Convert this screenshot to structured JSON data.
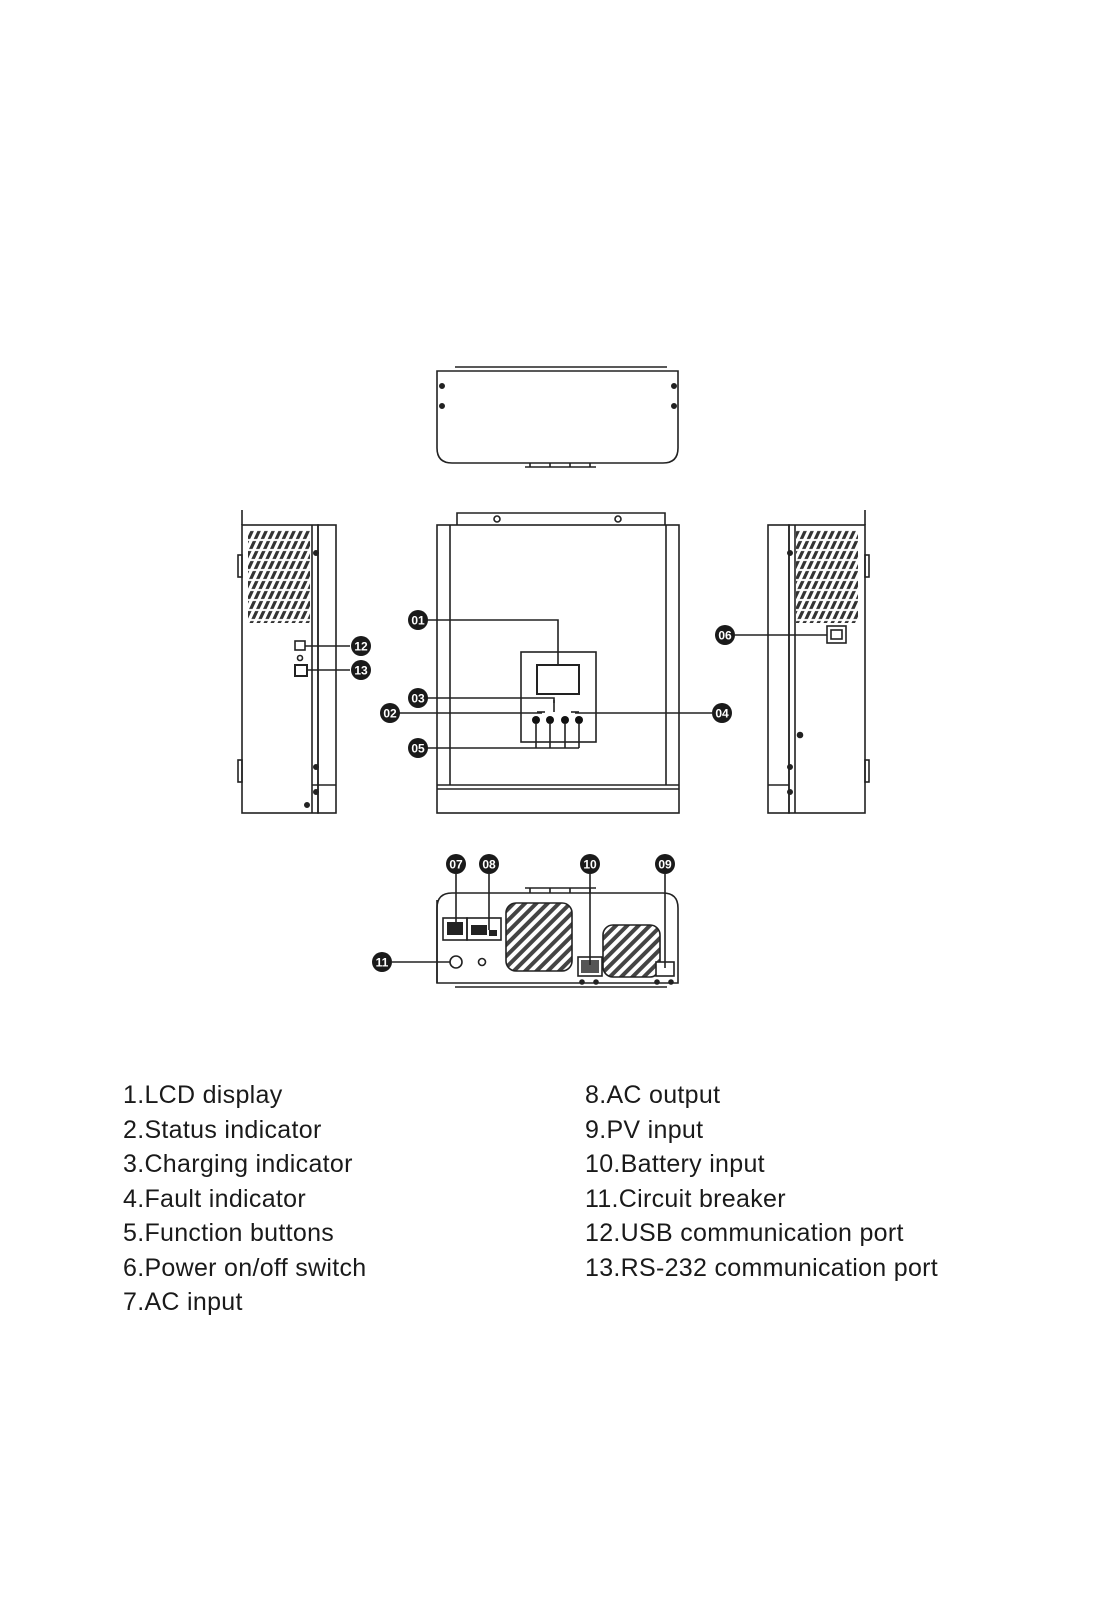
{
  "callouts": [
    {
      "id": "01",
      "label": "01"
    },
    {
      "id": "02",
      "label": "02"
    },
    {
      "id": "03",
      "label": "03"
    },
    {
      "id": "04",
      "label": "04"
    },
    {
      "id": "05",
      "label": "05"
    },
    {
      "id": "06",
      "label": "06"
    },
    {
      "id": "07",
      "label": "07"
    },
    {
      "id": "08",
      "label": "08"
    },
    {
      "id": "09",
      "label": "09"
    },
    {
      "id": "10",
      "label": "10"
    },
    {
      "id": "11",
      "label": "11"
    },
    {
      "id": "12",
      "label": "12"
    },
    {
      "id": "13",
      "label": "13"
    }
  ],
  "legend": {
    "left": [
      "1.LCD display",
      "2.Status indicator",
      "3.Charging indicator",
      "4.Fault indicator",
      "5.Function buttons",
      "6.Power on/off switch",
      "7.AC input"
    ],
    "right": [
      "8.AC output",
      "9.PV input",
      "10.Battery input",
      "11.Circuit breaker",
      "12.USB communication port",
      "13.RS-232 communication port"
    ]
  },
  "colors": {
    "line": "#222222",
    "badge": "#1a1a1a",
    "background": "#ffffff"
  }
}
